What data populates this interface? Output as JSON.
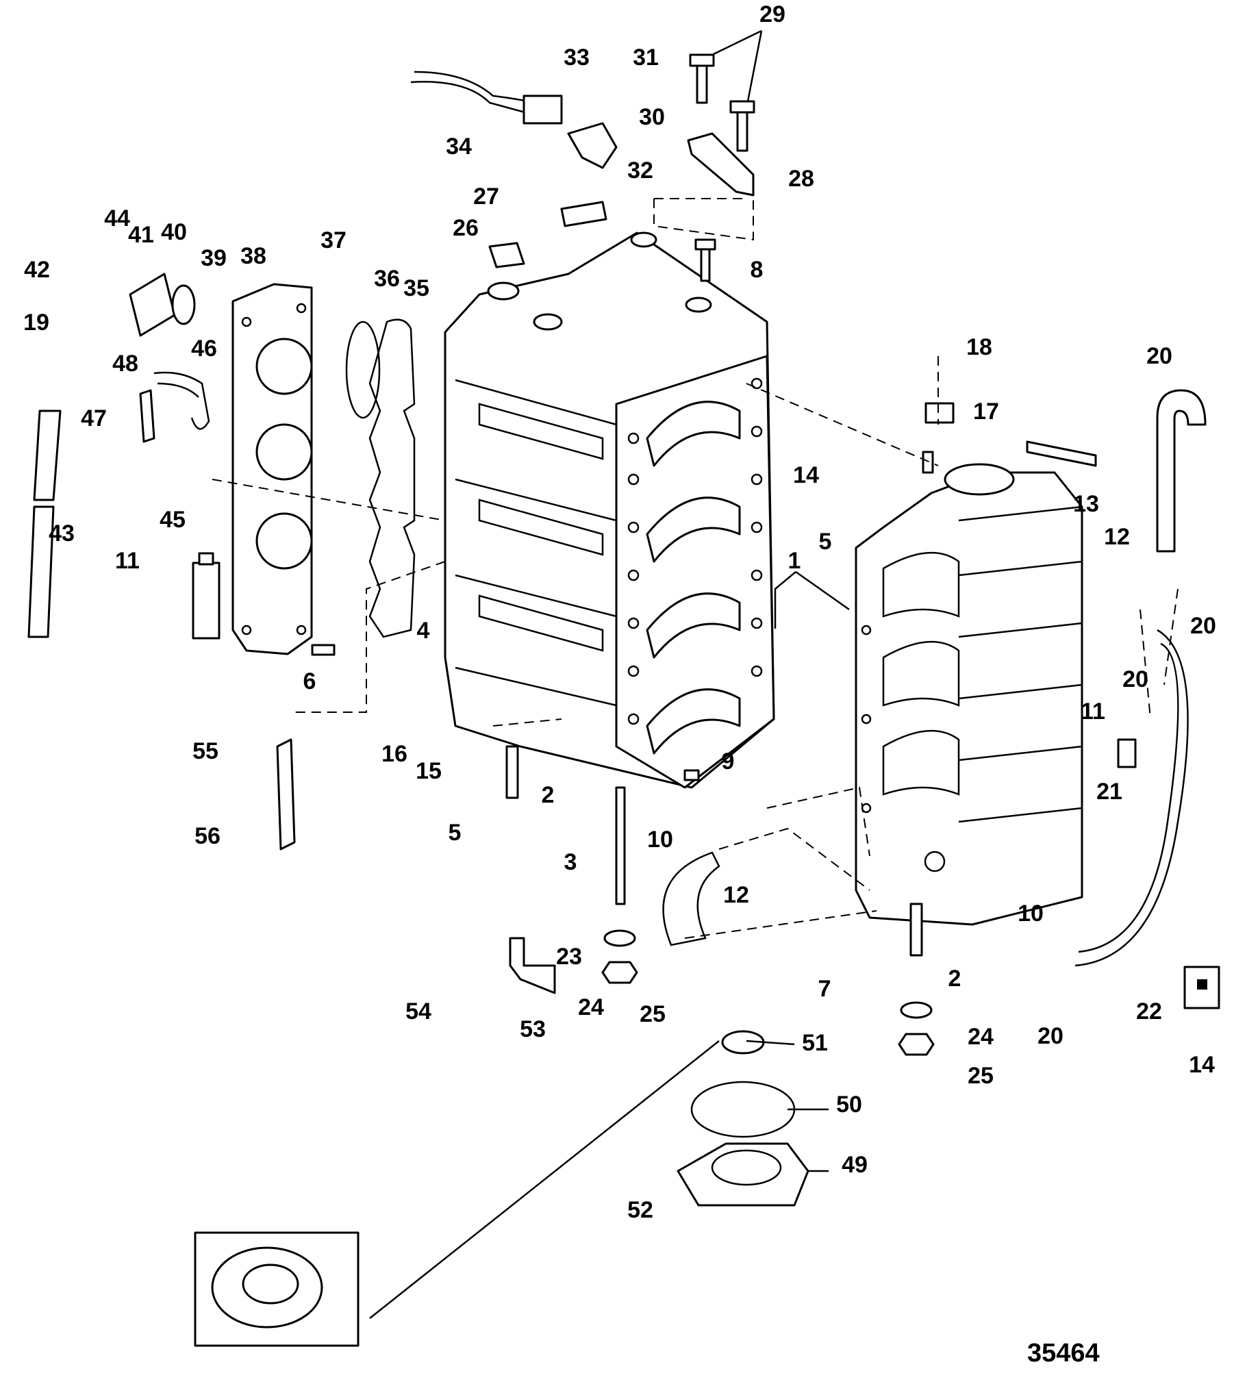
{
  "diagram": {
    "figure_number": "35464",
    "callouts": [
      {
        "id": "c1",
        "label": "1"
      },
      {
        "id": "c2a",
        "label": "2"
      },
      {
        "id": "c2b",
        "label": "2"
      },
      {
        "id": "c3",
        "label": "3"
      },
      {
        "id": "c4",
        "label": "4"
      },
      {
        "id": "c5a",
        "label": "5"
      },
      {
        "id": "c5b",
        "label": "5"
      },
      {
        "id": "c6",
        "label": "6"
      },
      {
        "id": "c7",
        "label": "7"
      },
      {
        "id": "c8",
        "label": "8"
      },
      {
        "id": "c9",
        "label": "9"
      },
      {
        "id": "c10a",
        "label": "10"
      },
      {
        "id": "c10b",
        "label": "10"
      },
      {
        "id": "c11a",
        "label": "11"
      },
      {
        "id": "c11b",
        "label": "11"
      },
      {
        "id": "c12a",
        "label": "12"
      },
      {
        "id": "c12b",
        "label": "12"
      },
      {
        "id": "c13",
        "label": "13"
      },
      {
        "id": "c14",
        "label": "14"
      },
      {
        "id": "c14tube",
        "label": "14"
      },
      {
        "id": "c15",
        "label": "15"
      },
      {
        "id": "c16",
        "label": "16"
      },
      {
        "id": "c17",
        "label": "17"
      },
      {
        "id": "c18",
        "label": "18"
      },
      {
        "id": "c19",
        "label": "19"
      },
      {
        "id": "c20a",
        "label": "20"
      },
      {
        "id": "c20b",
        "label": "20"
      },
      {
        "id": "c20c",
        "label": "20"
      },
      {
        "id": "c20d",
        "label": "20"
      },
      {
        "id": "c21",
        "label": "21"
      },
      {
        "id": "c22",
        "label": "22"
      },
      {
        "id": "c23",
        "label": "23"
      },
      {
        "id": "c24a",
        "label": "24"
      },
      {
        "id": "c24b",
        "label": "24"
      },
      {
        "id": "c25a",
        "label": "25"
      },
      {
        "id": "c25b",
        "label": "25"
      },
      {
        "id": "c26",
        "label": "26"
      },
      {
        "id": "c27",
        "label": "27"
      },
      {
        "id": "c28",
        "label": "28"
      },
      {
        "id": "c29",
        "label": "29"
      },
      {
        "id": "c30",
        "label": "30"
      },
      {
        "id": "c31",
        "label": "31"
      },
      {
        "id": "c32",
        "label": "32"
      },
      {
        "id": "c33",
        "label": "33"
      },
      {
        "id": "c34",
        "label": "34"
      },
      {
        "id": "c35",
        "label": "35"
      },
      {
        "id": "c36",
        "label": "36"
      },
      {
        "id": "c37",
        "label": "37"
      },
      {
        "id": "c38",
        "label": "38"
      },
      {
        "id": "c39",
        "label": "39"
      },
      {
        "id": "c40",
        "label": "40"
      },
      {
        "id": "c41",
        "label": "41"
      },
      {
        "id": "c42",
        "label": "42"
      },
      {
        "id": "c43",
        "label": "43"
      },
      {
        "id": "c44",
        "label": "44"
      },
      {
        "id": "c45",
        "label": "45"
      },
      {
        "id": "c46",
        "label": "46"
      },
      {
        "id": "c47",
        "label": "47"
      },
      {
        "id": "c48",
        "label": "48"
      },
      {
        "id": "c49",
        "label": "49"
      },
      {
        "id": "c50",
        "label": "50"
      },
      {
        "id": "c51",
        "label": "51"
      },
      {
        "id": "c52",
        "label": "52"
      },
      {
        "id": "c53",
        "label": "53"
      },
      {
        "id": "c54",
        "label": "54"
      },
      {
        "id": "c55",
        "label": "55"
      },
      {
        "id": "c56",
        "label": "56"
      }
    ]
  }
}
